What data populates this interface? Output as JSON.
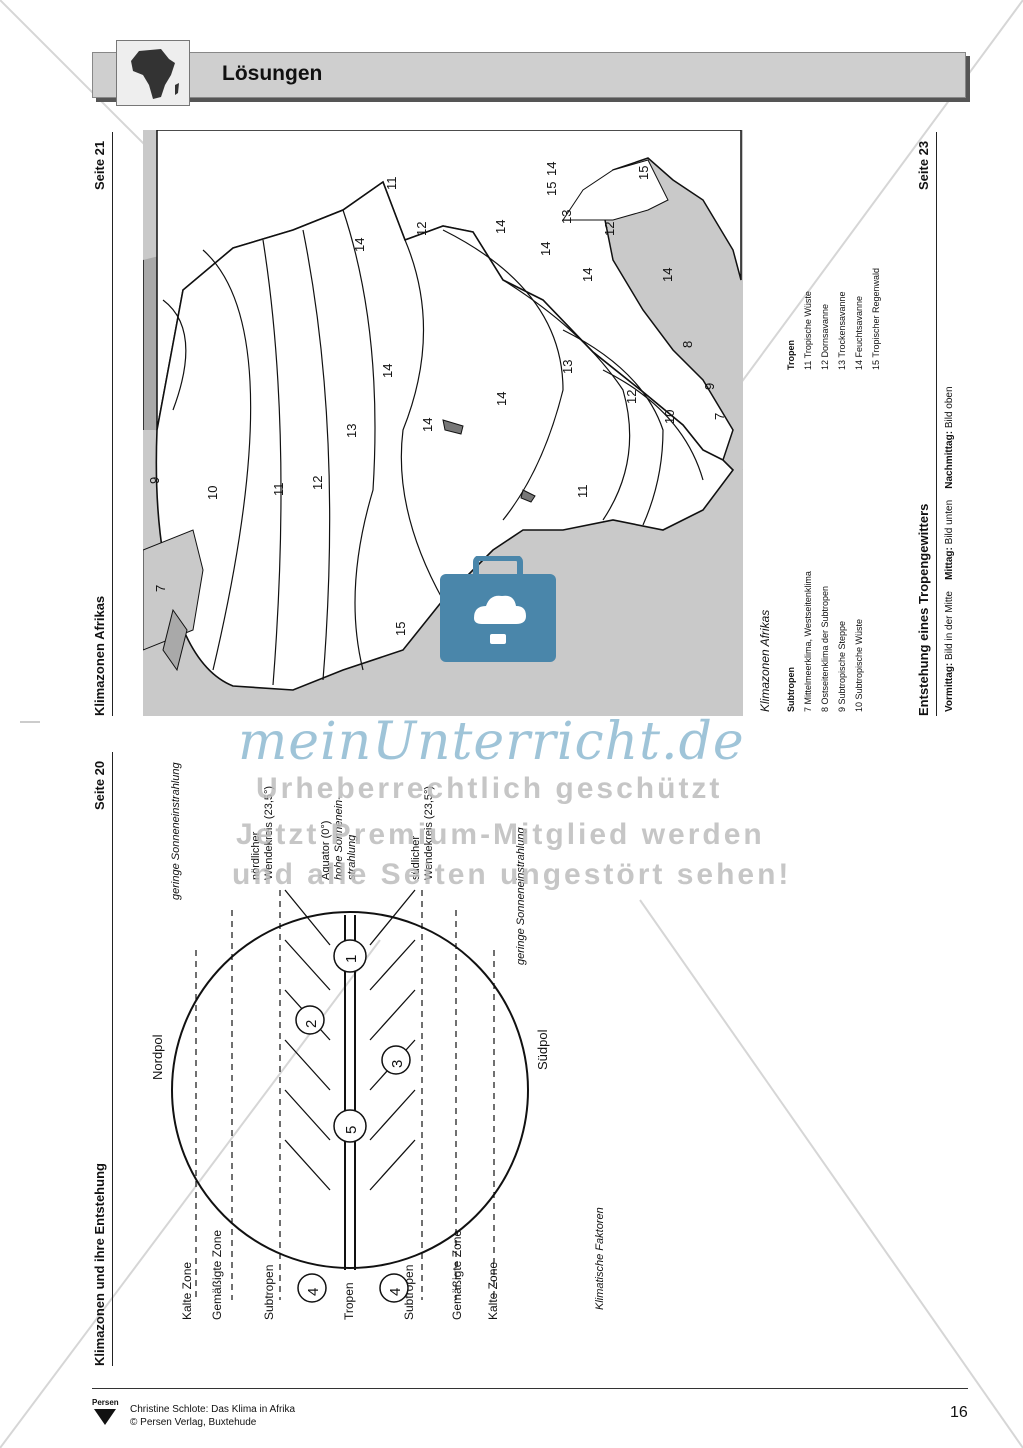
{
  "header": {
    "title": "Lösungen"
  },
  "section_climate_zones_origin": {
    "heading": "Klimazonen und ihre Entstehung",
    "page_ref": "Seite 20",
    "zones_left": [
      "Kalte Zone",
      "Gemäßigte Zone",
      "Subtropen",
      "Tropen",
      "Subtropen",
      "Gemäßigte Zone",
      "Kalte Zone"
    ],
    "north_pole": "Nordpol",
    "south_pole": "Südpol",
    "labels_right": {
      "low_radiation_top": "geringe Sonneneinstrahlung",
      "tropic_north_1": "nördlicher",
      "tropic_north_2": "Wendekreis (23,5°)",
      "equator_1": "Äquator (0°)",
      "equator_2": "hohe Sonnenein-",
      "equator_3": "strahlung",
      "tropic_south_1": "südlicher",
      "tropic_south_2": "Wendekreis (23,5°)",
      "low_radiation_bottom": "geringe Sonneneinstrahlung"
    },
    "circle_numbers": [
      "1",
      "2",
      "3",
      "4",
      "4",
      "5"
    ],
    "caption": "Klimatische Faktoren"
  },
  "section_africa_climate": {
    "heading": "Klimazonen Afrikas",
    "page_ref": "Seite 21",
    "map_numbers": [
      "7",
      "9",
      "10",
      "11",
      "12",
      "13",
      "15",
      "14",
      "14",
      "12",
      "11",
      "14",
      "14",
      "13",
      "12",
      "10",
      "9",
      "8",
      "7",
      "13",
      "14",
      "15",
      "12",
      "14",
      "11",
      "15",
      "14",
      "14",
      "14"
    ],
    "legend_caption": "Klimazonen Afrikas",
    "legend_subtropen_title": "Subtropen",
    "legend_subtropen": [
      "7 Mittelmeerklima, Westseitenklima",
      "8 Ostseitenklima der Subtropen",
      "9 Subtropische Steppe",
      "10 Subtropische Wüste"
    ],
    "legend_tropen_title": "Tropen",
    "legend_tropen": [
      "11 Tropische Wüste",
      "12 Dornsavanne",
      "13 Trockensavanne",
      "14 Feuchtsavanne",
      "15 Tropischer Regenwald"
    ]
  },
  "section_thunderstorm": {
    "heading": "Entstehung eines Tropengewitters",
    "page_ref": "Seite 23",
    "line_a_label": "Vormittag:",
    "line_a_value": "Bild in der Mitte",
    "line_b_label": "Mittag:",
    "line_b_value": "Bild unten",
    "line_c_label": "Nachmittag:",
    "line_c_value": "Bild oben"
  },
  "watermark": {
    "brand": "meinUnterricht.de",
    "line1": "Urheberrechtlich geschützt",
    "line2": "Jetzt Premium-Mitglied werden",
    "line3": "und alle Seiten ungestört sehen!"
  },
  "footer": {
    "publisher_logo": "Persen",
    "line1": "Christine Schlote: Das Klima in Afrika",
    "line2": "© Persen Verlag, Buxtehude",
    "page_number": "16"
  },
  "colors": {
    "map_water": "#a9a9a9",
    "map_shallow": "#cfcfcf",
    "watermark_blue": "#4a86aa"
  }
}
